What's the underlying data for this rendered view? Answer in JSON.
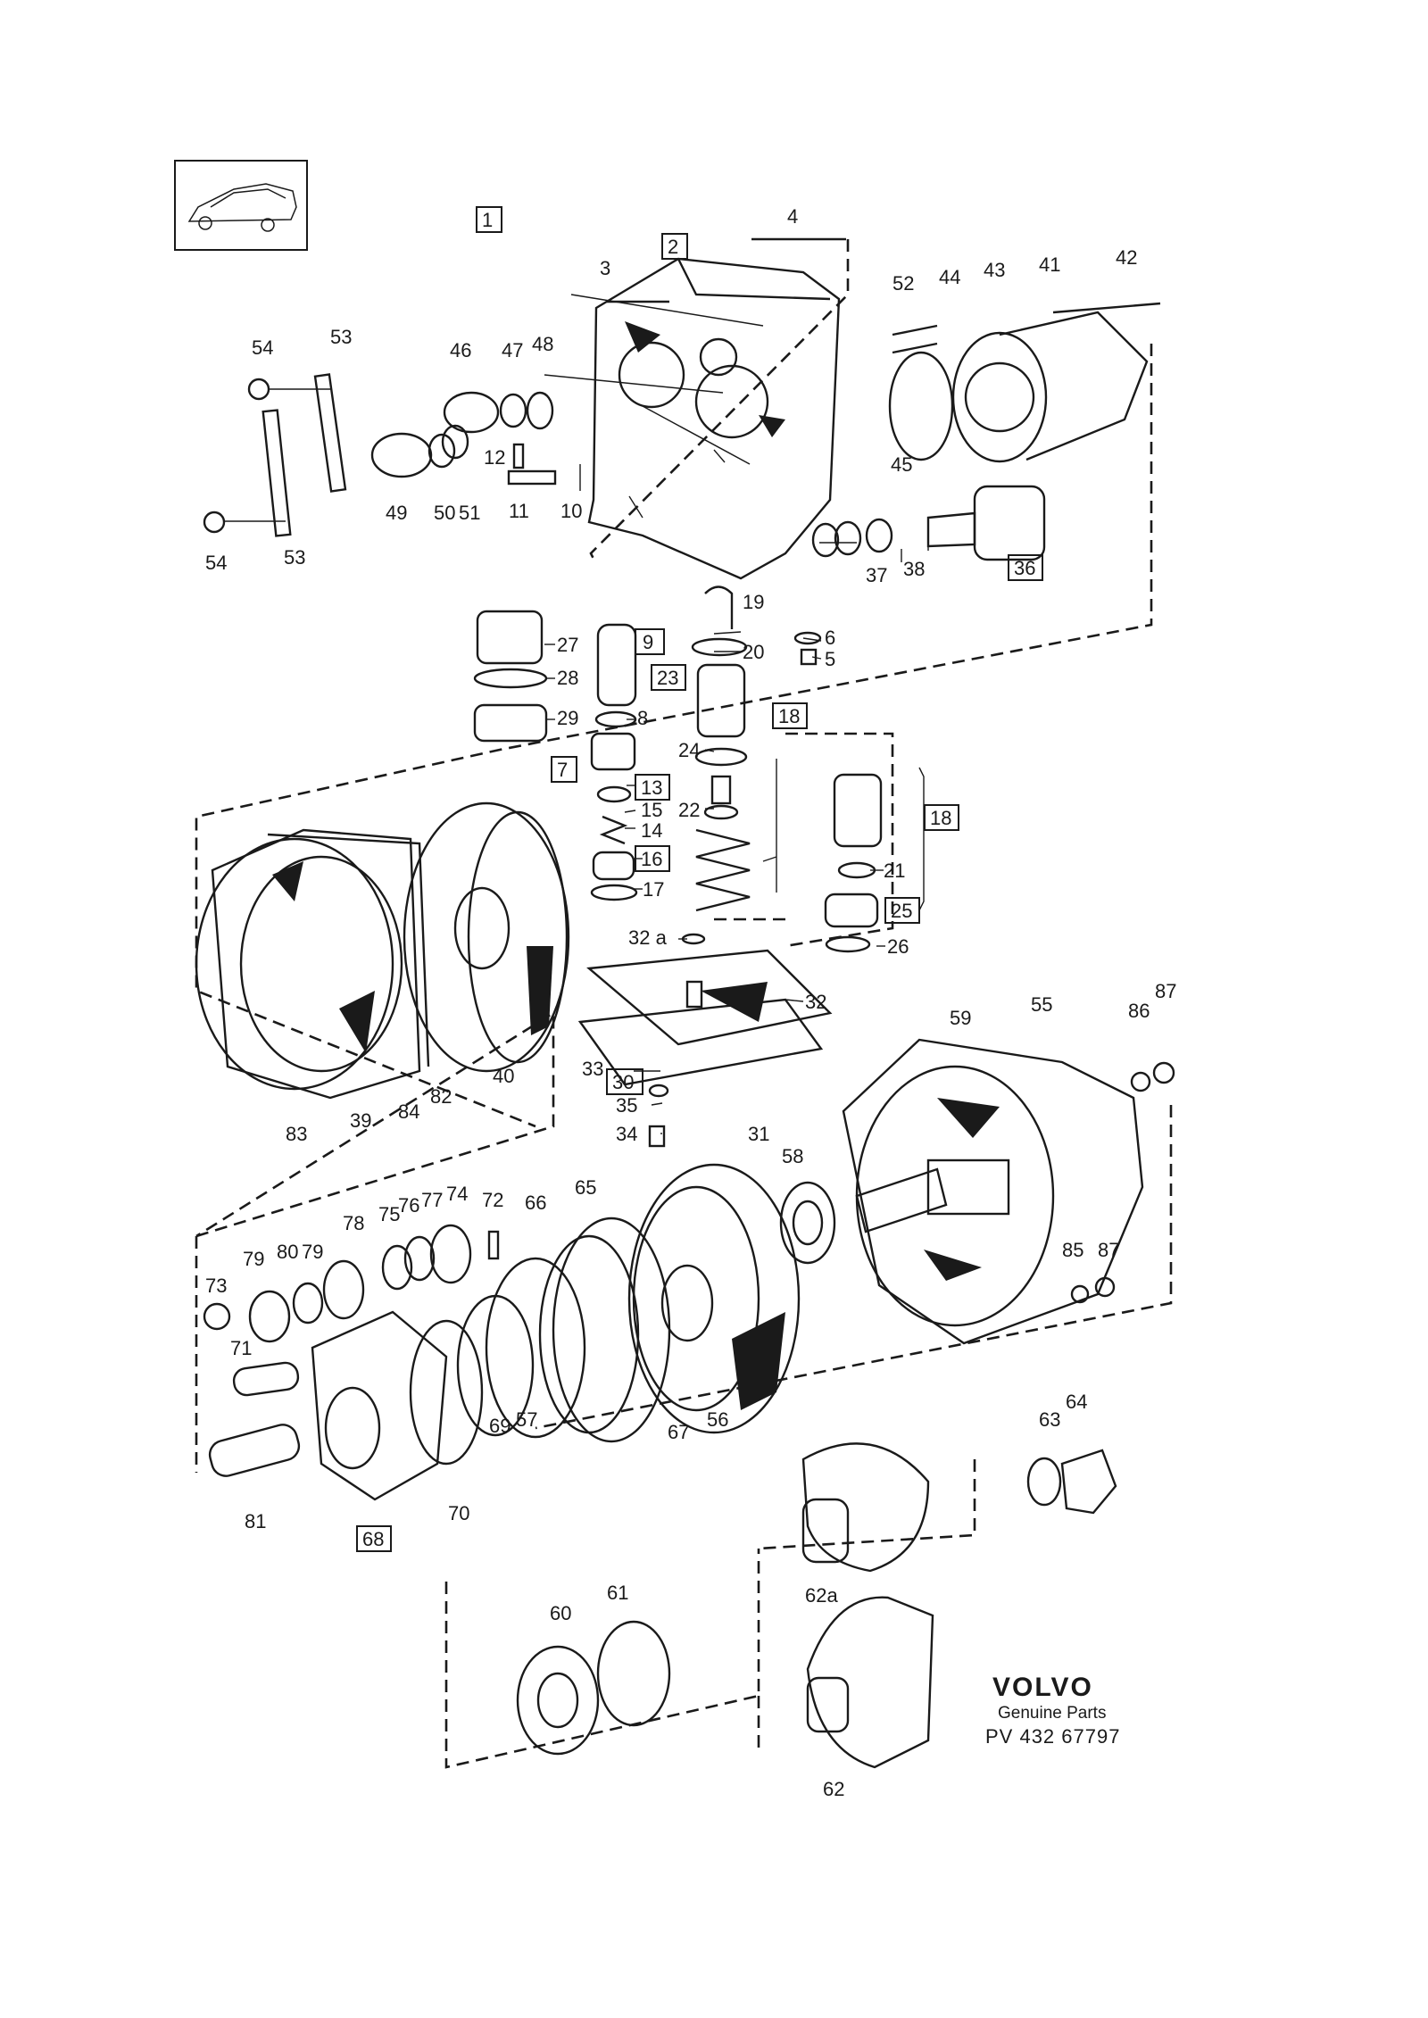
{
  "brand": {
    "name": "VOLVO",
    "subtitle": "Genuine Parts",
    "reference": "PV 432  67797"
  },
  "icons": {
    "car_thumbnail": "car-side-icon"
  },
  "part_labels": {
    "p1": "1",
    "p2": "2",
    "p3": "3",
    "p4": "4",
    "p5": "5",
    "p6": "6",
    "p7": "7",
    "p8": "8",
    "p9": "9",
    "p10": "10",
    "p11": "11",
    "p12": "12",
    "p13": "13",
    "p14": "14",
    "p15": "15",
    "p16": "16",
    "p17": "17",
    "p18a": "18",
    "p18b": "18",
    "p19": "19",
    "p20": "20",
    "p21": "21",
    "p22": "22",
    "p23": "23",
    "p24": "24",
    "p25": "25",
    "p26": "26",
    "p27": "27",
    "p28": "28",
    "p29": "29",
    "p30": "30",
    "p31": "31",
    "p32": "32",
    "p32a": "32 a",
    "p33": "33",
    "p34": "34",
    "p35": "35",
    "p36": "36",
    "p37": "37",
    "p38": "38",
    "p39": "39",
    "p40": "40",
    "p41": "41",
    "p42": "42",
    "p43": "43",
    "p44": "44",
    "p45": "45",
    "p46": "46",
    "p47": "47",
    "p48": "48",
    "p49": "49",
    "p50": "50",
    "p51": "51",
    "p52": "52",
    "p53a": "53",
    "p53b": "53",
    "p54a": "54",
    "p54b": "54",
    "p55": "55",
    "p56": "56",
    "p57": "57",
    "p58": "58",
    "p59": "59",
    "p60": "60",
    "p61": "61",
    "p62": "62",
    "p62a": "62a",
    "p63": "63",
    "p64": "64",
    "p65": "65",
    "p66": "66",
    "p67": "67",
    "p68": "68",
    "p69": "69",
    "p70": "70",
    "p71": "71",
    "p72": "72",
    "p73": "73",
    "p74": "74",
    "p75": "75",
    "p76": "76",
    "p77": "77",
    "p78": "78",
    "p79a": "79",
    "p79b": "79",
    "p80": "80",
    "p81": "81",
    "p82": "82",
    "p83": "83",
    "p84": "84",
    "p85": "85",
    "p86": "86",
    "p87a": "87",
    "p87b": "87"
  }
}
